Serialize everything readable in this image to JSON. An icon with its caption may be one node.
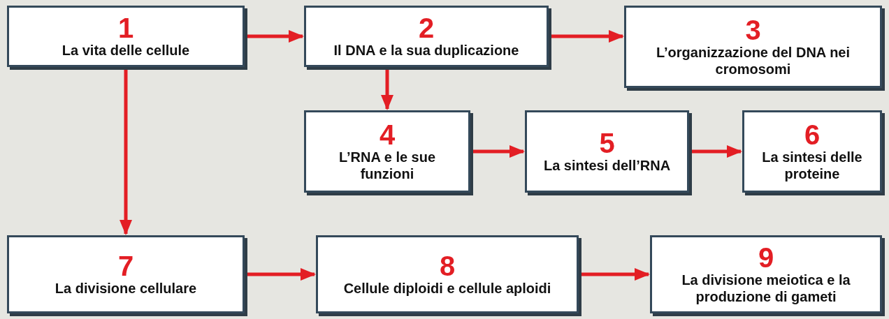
{
  "diagram": {
    "nodes": [
      {
        "text": [
          "1",
          "La vita delle cellule"
        ]
      },
      {
        "text": [
          "2",
          "Il DNA e la sua duplicazione"
        ]
      },
      {
        "text": [
          "3",
          "L’organizzazione del DNA nei cromosomi"
        ]
      },
      {
        "text": [
          "4",
          "L’RNA e le sue funzioni"
        ]
      },
      {
        "text": [
          "5",
          "La sintesi dell’RNA"
        ]
      },
      {
        "text": [
          "6",
          "La sintesi delle proteine"
        ]
      },
      {
        "text": [
          "7",
          "La divisione cellulare"
        ]
      },
      {
        "text": [
          "8",
          "Cellule diploidi e cellule aploidi"
        ]
      },
      {
        "text": [
          "9",
          "La divisione meiotica e la produzione di gameti"
        ]
      }
    ],
    "edges": [
      {
        "from": 0,
        "to": 1,
        "arrow": "to"
      },
      {
        "from": 1,
        "to": 2,
        "arrow": "to"
      },
      {
        "from": 1,
        "to": 3,
        "arrow": "to"
      },
      {
        "from": 3,
        "to": 4,
        "arrow": "to"
      },
      {
        "from": 4,
        "to": 5,
        "arrow": "to"
      },
      {
        "from": 0,
        "to": 6,
        "arrow": "to"
      },
      {
        "from": 6,
        "to": 7,
        "arrow": "to"
      },
      {
        "from": 7,
        "to": 8,
        "arrow": "to"
      }
    ]
  }
}
